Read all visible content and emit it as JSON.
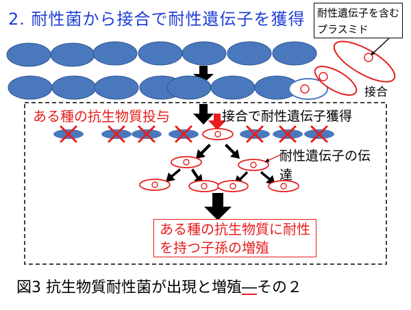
{
  "title": "2. 耐性菌から接合で耐性遺伝子を獲得",
  "plasmid_label": "耐性遺伝子を含むプラスミド",
  "conjugation_label": "接合",
  "antibiotic_label": "ある種の抗生物質投与",
  "conjugation_acquisition_label": "接合で耐性遺伝子獲得",
  "gene_transfer_label": "耐性遺伝子の伝達",
  "result_label": "ある種の抗生物質に耐性を持つ子孫の増殖",
  "caption_main": "図3  抗生物質耐性菌が出現と増殖",
  "caption_dash": "―",
  "caption_tail": "その２",
  "colors": {
    "title": "#1f3fd6",
    "bacterium": "#4a78bd",
    "resistant": "#e81c1c",
    "cross": "#e81c1c",
    "arrow": "#000000"
  }
}
